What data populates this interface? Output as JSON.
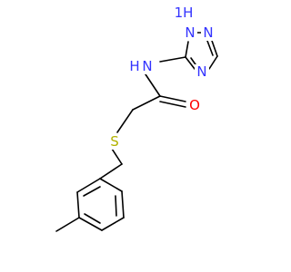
{
  "molecule": {
    "atoms": {
      "n_amide": {
        "label": "N",
        "color": "#3333ff"
      },
      "h_amide": {
        "label": "H",
        "color": "#3333ff"
      },
      "o_carbonyl": {
        "label": "O",
        "color": "#ff0000"
      },
      "s_thioether": {
        "label": "S",
        "color": "#b2b200"
      },
      "nh_triazole": {
        "label": "1H",
        "color": "#3333ff"
      },
      "n_triazole_2": {
        "label": "N",
        "color": "#3333ff"
      },
      "n_triazole_4": {
        "label": "N",
        "color": "#3333ff"
      }
    },
    "bond_color": "#000000",
    "background": "#ffffff"
  }
}
